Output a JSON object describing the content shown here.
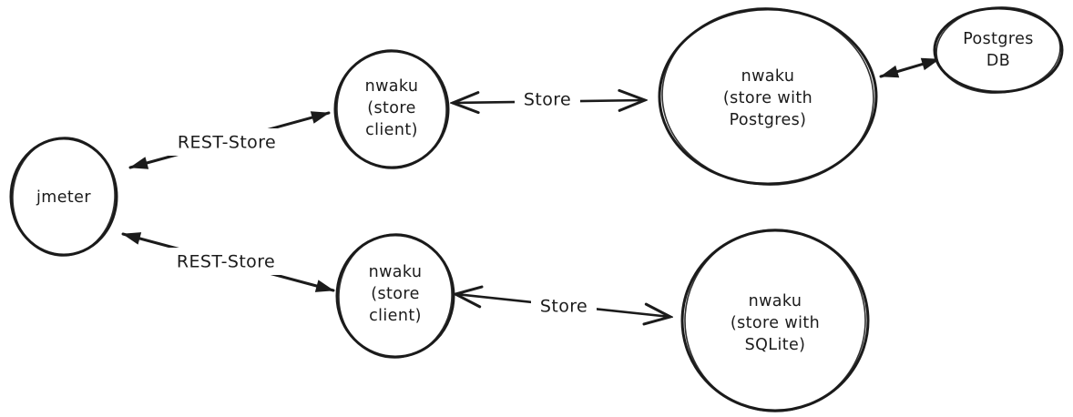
{
  "diagram": {
    "background_color": "#ffffff",
    "ink_color": "#1b1b1b",
    "style": "hand-drawn-sketch",
    "nodes": [
      {
        "id": "jmeter",
        "shape": "ellipse",
        "lines": [
          "jmeter"
        ]
      },
      {
        "id": "store-client-top",
        "shape": "ellipse",
        "lines": [
          "nwaku",
          "(store",
          "client)"
        ]
      },
      {
        "id": "store-client-bottom",
        "shape": "ellipse",
        "lines": [
          "nwaku",
          "(store",
          "client)"
        ]
      },
      {
        "id": "store-postgres",
        "shape": "ellipse",
        "lines": [
          "nwaku",
          "(store with",
          "Postgres)"
        ]
      },
      {
        "id": "postgres-db",
        "shape": "ellipse",
        "lines": [
          "Postgres",
          "DB"
        ]
      },
      {
        "id": "store-sqlite",
        "shape": "ellipse",
        "lines": [
          "nwaku",
          "(store with",
          "SQLite)"
        ]
      }
    ],
    "edges": [
      {
        "id": "rest-store-top",
        "label": "REST-Store",
        "from": "jmeter",
        "to": "store-client-top",
        "arrow_style": "filled-both-ends"
      },
      {
        "id": "rest-store-bottom",
        "label": "REST-Store",
        "from": "jmeter",
        "to": "store-client-bottom",
        "arrow_style": "filled-both-ends"
      },
      {
        "id": "store-top",
        "label": "Store",
        "from": "store-client-top",
        "to": "store-postgres",
        "arrow_style": "chevron-both-ends"
      },
      {
        "id": "store-bottom",
        "label": "Store",
        "from": "store-client-bottom",
        "to": "store-sqlite",
        "arrow_style": "chevron-both-ends"
      },
      {
        "id": "postgres-db-link",
        "label": "",
        "from": "store-postgres",
        "to": "postgres-db",
        "arrow_style": "filled-both-ends"
      }
    ]
  }
}
